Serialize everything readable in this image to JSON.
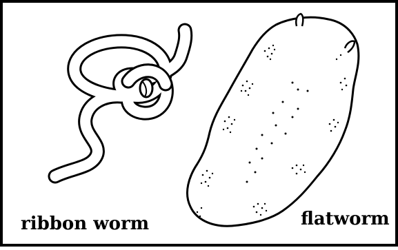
{
  "colors": {
    "ink": "#000000",
    "paper": "#ffffff"
  },
  "labels": {
    "ribbon_worm": "ribbon worm",
    "flatworm": "flatworm"
  },
  "icons": {
    "ribbon_worm": "ribbon-worm-drawing",
    "flatworm": "flatworm-drawing"
  }
}
